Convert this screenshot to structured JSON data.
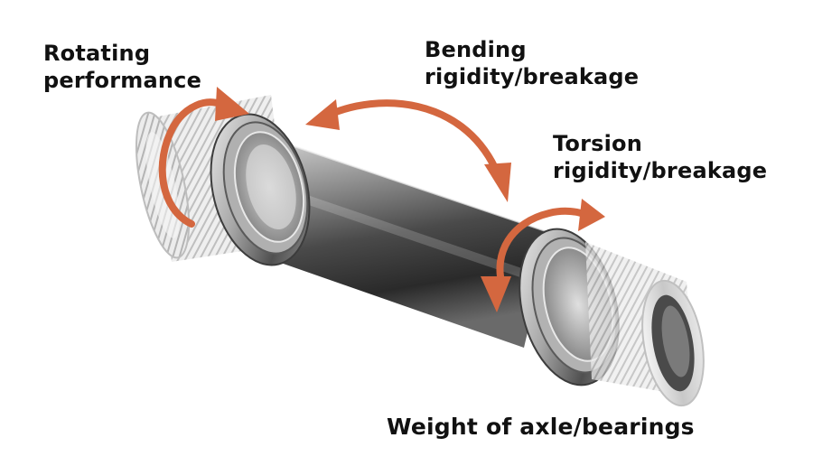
{
  "colors": {
    "arrow": "#d4673f",
    "text": "#111111",
    "metal_dark": "#3a3a3a",
    "metal_light": "#e8e8e8"
  },
  "labels": {
    "rotating": {
      "line1": "Rotating",
      "line2": "performance"
    },
    "bending": {
      "line1": "Bending",
      "line2": "rigidity/breakage"
    },
    "torsion": {
      "line1": "Torsion",
      "line2": "rigidity/breakage"
    },
    "weight": "Weight of axle/bearings"
  },
  "icons": {
    "rotating_arrow": "curved-rotation-arrow-icon",
    "bending_arrow": "double-headed-arc-arrow-icon",
    "torsion_arrow": "curved-torsion-arrow-icon"
  }
}
